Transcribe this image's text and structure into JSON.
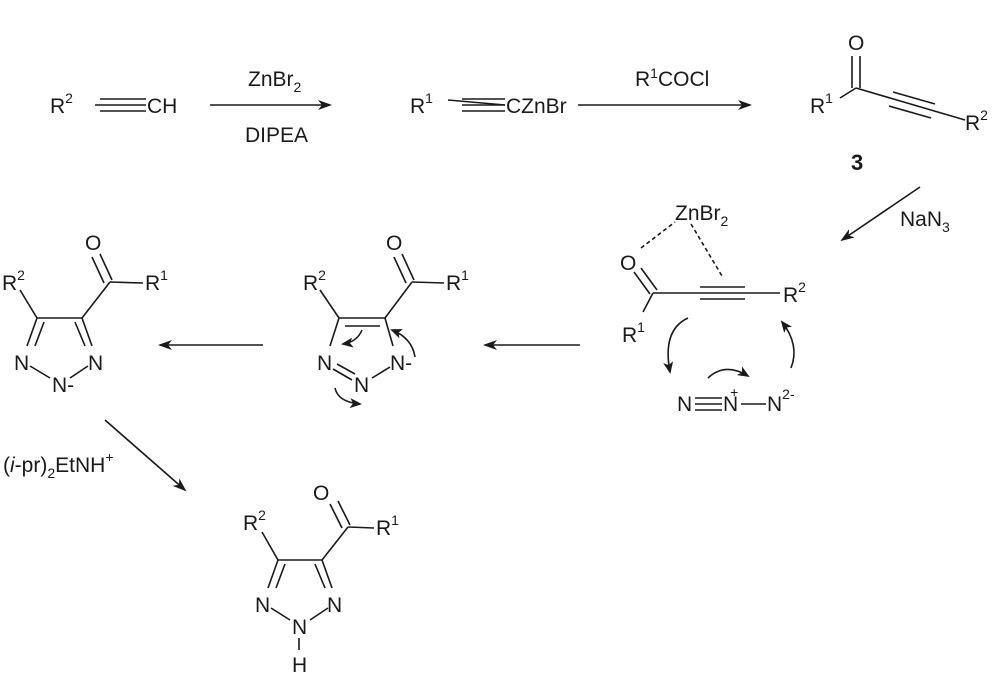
{
  "row1": {
    "alkyne": {
      "r": "R",
      "r_sup": "2",
      "end": "CH"
    },
    "step1": {
      "reagent": "ZnBr",
      "reagent_sub": "2",
      "base": "DIPEA"
    },
    "zinc_acetylide": {
      "r": "R",
      "r_sup": "1",
      "end": "CZnBr"
    },
    "step2": {
      "reagent_r": "R",
      "reagent_sup": "1",
      "reagent_rest": "COCl"
    },
    "ynone": {
      "o": "O",
      "r1": "R",
      "r1_sup": "1",
      "r2": "R",
      "r2_sup": "2",
      "label": "3"
    }
  },
  "step3": {
    "reagent": "NaN",
    "reagent_sub": "3"
  },
  "complex": {
    "zn": "ZnBr",
    "zn_sub": "2",
    "o": "O",
    "r1": "R",
    "r1_sup": "1",
    "r2": "R",
    "r2_sup": "2",
    "azide": {
      "n1": "N",
      "n2": "N",
      "n2_charge": "+",
      "n3": "N",
      "n3_charge": "2-"
    }
  },
  "triazolide_mid": {
    "r2": "R",
    "r2_sup": "2",
    "o": "O",
    "r1": "R",
    "r1_sup": "1",
    "n_left": "N",
    "n_bottom": "N",
    "n_right": "N-"
  },
  "triazolide_left": {
    "r2": "R",
    "r2_sup": "2",
    "o": "O",
    "r1": "R",
    "r1_sup": "1",
    "n_left": "N",
    "n_bottom": "N-",
    "n_right": "N"
  },
  "step4": {
    "open": "(",
    "ital": "i",
    "rest": "-pr)",
    "sub": "2",
    "tail": "EtNH",
    "sup": "+"
  },
  "product": {
    "r2": "R",
    "r2_sup": "2",
    "o": "O",
    "r1": "R",
    "r1_sup": "1",
    "n_left": "N",
    "n_bottom": "N",
    "n_right": "N",
    "h": "H"
  }
}
